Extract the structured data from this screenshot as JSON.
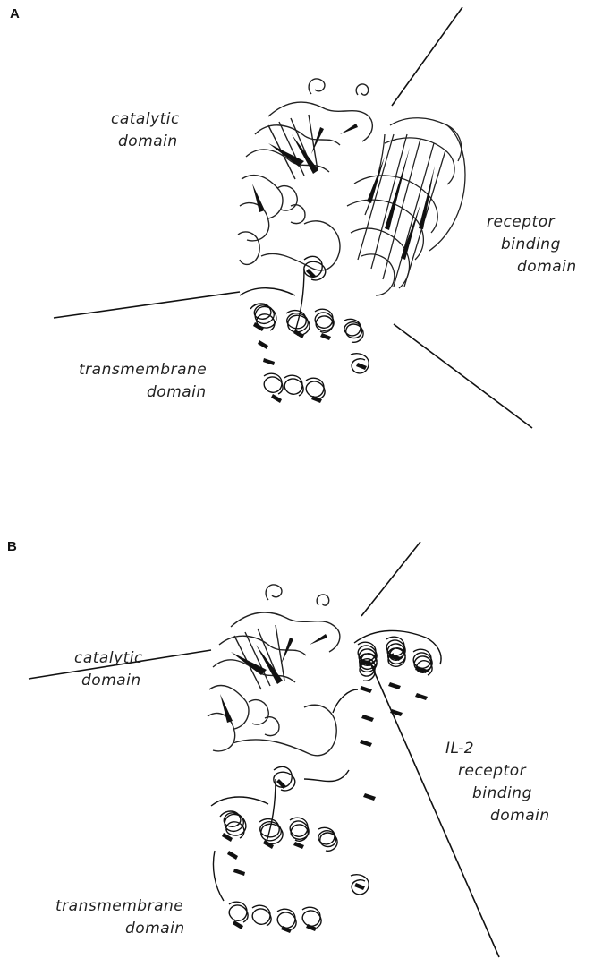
{
  "figure": {
    "panel_a": {
      "letter": "A",
      "labels": {
        "catalytic_line1": "catalytic",
        "catalytic_line2": "domain",
        "receptor_line1": "receptor",
        "receptor_line2": "binding",
        "receptor_line3": "domain",
        "transmembrane_line1": "transmembrane",
        "transmembrane_line2": "domain"
      }
    },
    "panel_b": {
      "letter": "B",
      "labels": {
        "catalytic_line1": "catalytic",
        "catalytic_line2": "domain",
        "receptor_line1": "IL-2",
        "receptor_line2": "receptor",
        "receptor_line3": "binding",
        "receptor_line4": "domain",
        "transmembrane_line1": "transmembrane",
        "transmembrane_line2": "domain"
      }
    }
  }
}
